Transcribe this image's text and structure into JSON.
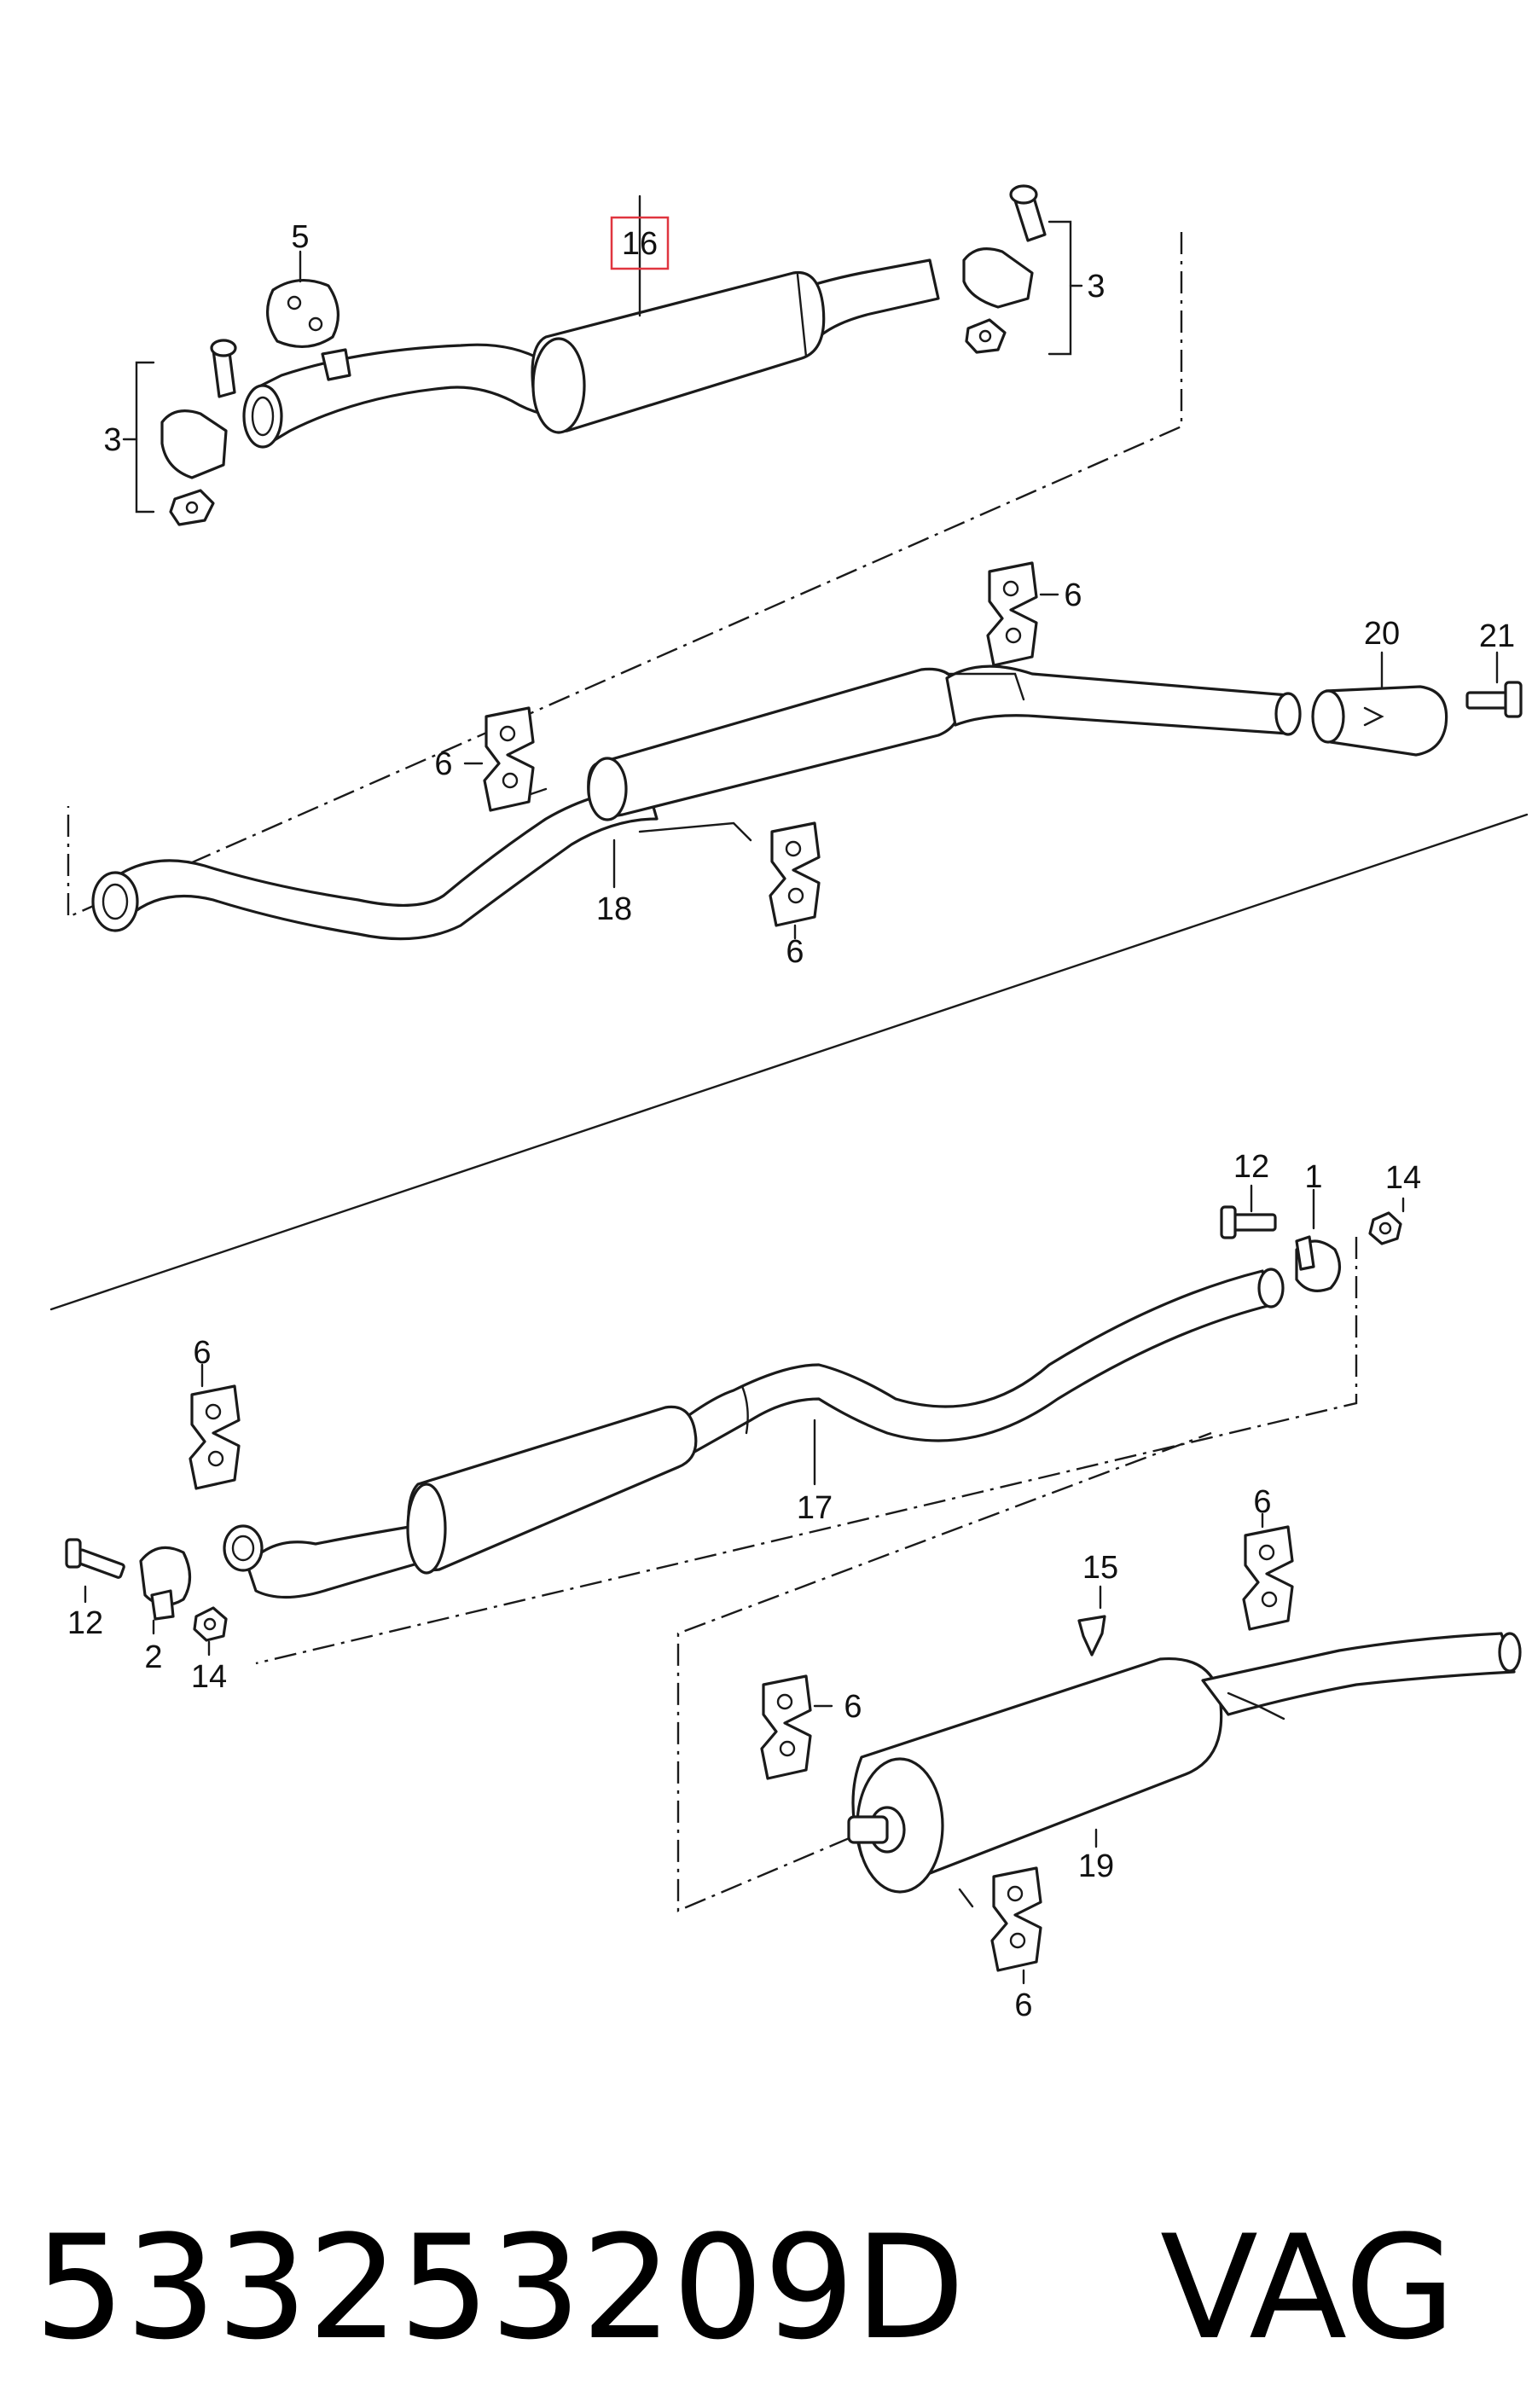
{
  "diagram": {
    "labels": {
      "l5": "5",
      "l16": "16",
      "l3a": "3",
      "l3b": "3",
      "l6a": "6",
      "l20": "20",
      "l21": "21",
      "l6b": "6",
      "l18": "18",
      "l6c": "6",
      "l12a": "12",
      "l1": "1",
      "l14a": "14",
      "l6d": "6",
      "l17": "17",
      "l12b": "12",
      "l2": "2",
      "l14b": "14",
      "l15": "15",
      "l6e": "6",
      "l6f": "6",
      "l19": "19",
      "l6g": "6"
    },
    "highlighted_label": "16",
    "highlight_color": "#e0353f"
  },
  "footer": {
    "part_number": "533253209D",
    "brand": "VAG"
  }
}
